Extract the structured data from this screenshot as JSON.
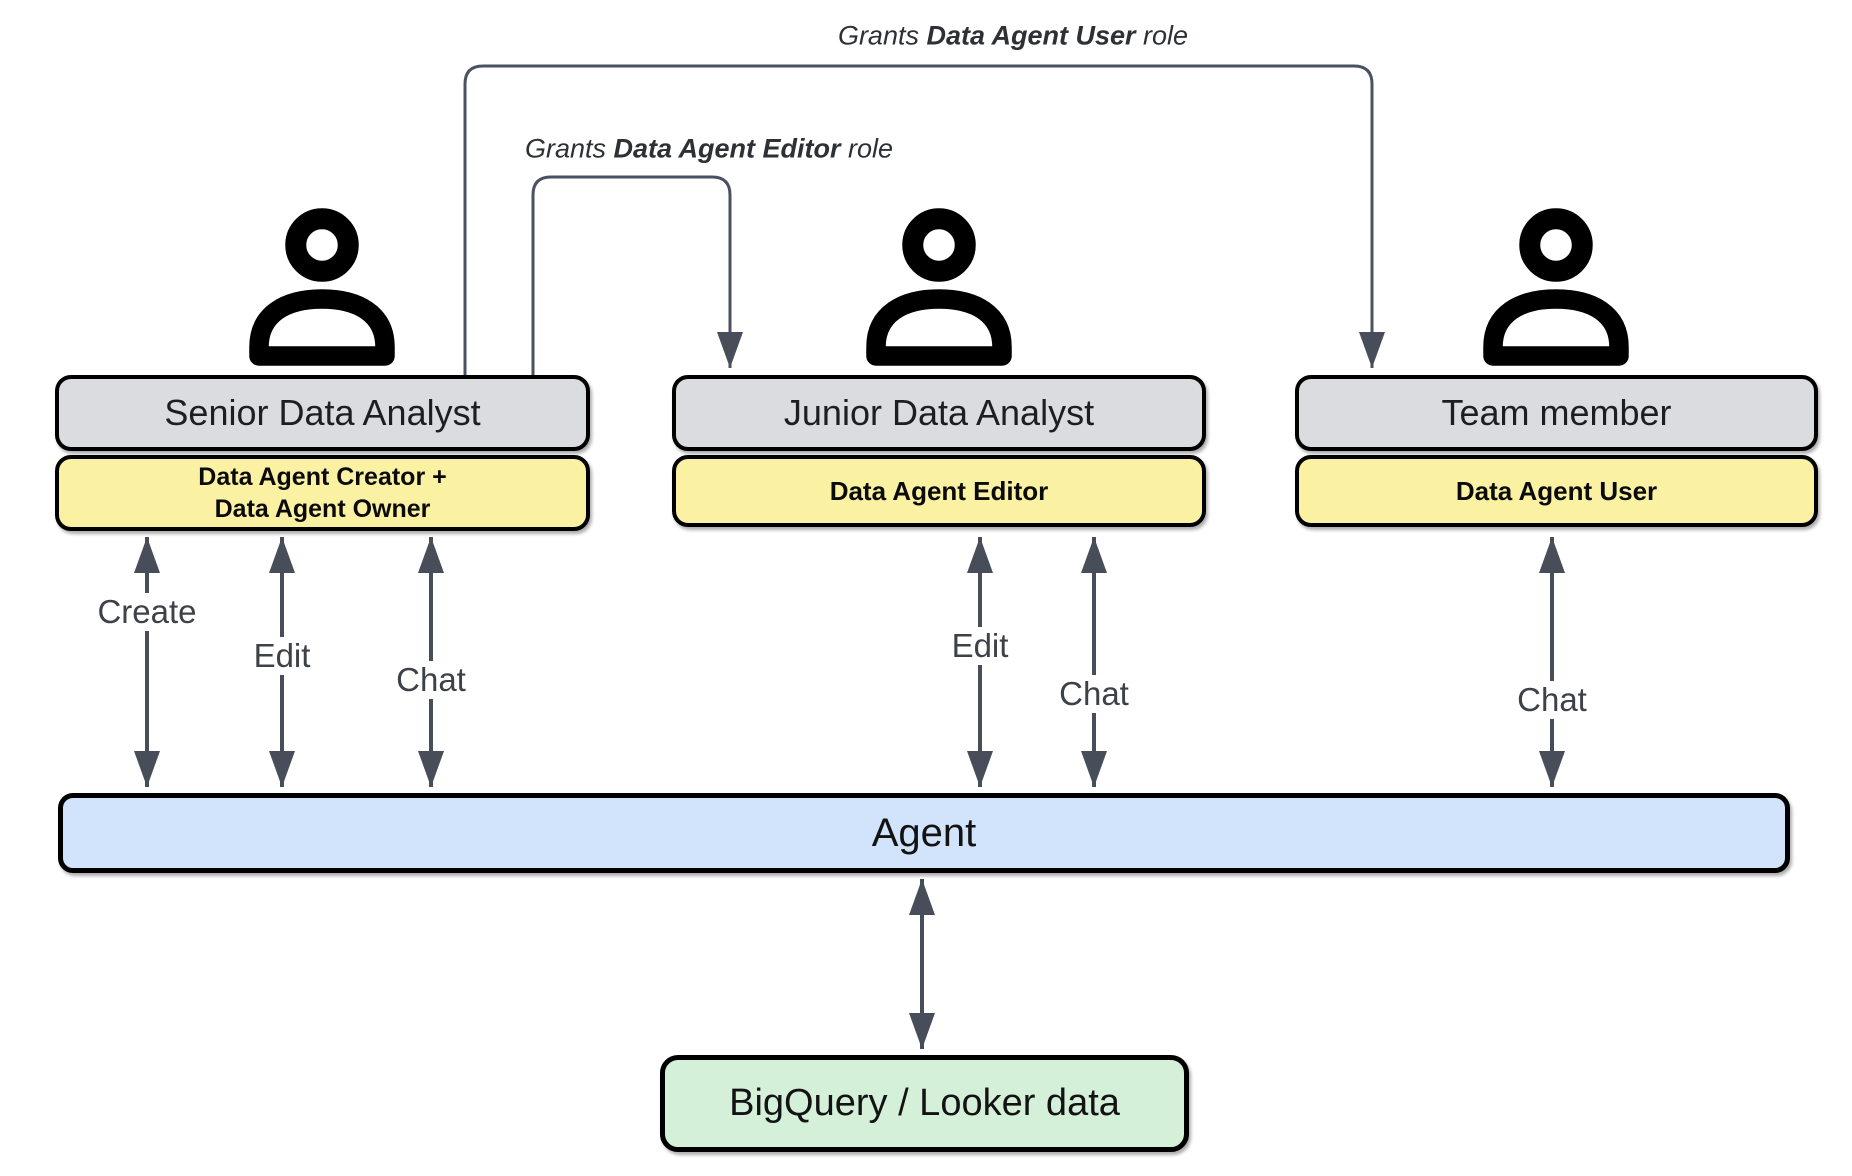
{
  "labels": {
    "grant_user": {
      "prefix": "Grants ",
      "bold": "Data Agent User",
      "suffix": " role"
    },
    "grant_editor": {
      "prefix": "Grants ",
      "bold": "Data Agent Editor",
      "suffix": " role"
    }
  },
  "columns": [
    {
      "title": "Senior Data Analyst",
      "roles": [
        "Data Agent Creator +",
        "Data Agent Owner"
      ],
      "actions": [
        "Create",
        "Edit",
        "Chat"
      ]
    },
    {
      "title": "Junior Data Analyst",
      "roles": [
        "Data Agent Editor"
      ],
      "actions": [
        "Edit",
        "Chat"
      ]
    },
    {
      "title": "Team member",
      "roles": [
        "Data Agent User"
      ],
      "actions": [
        "Chat"
      ]
    }
  ],
  "agent": {
    "label": "Agent"
  },
  "datastore": {
    "label": "BigQuery / Looker data"
  },
  "colors": {
    "role_fill": "#dadce0",
    "permission_fill": "#faf1a3",
    "agent_fill": "#d2e3fc",
    "datastore_fill": "#d5f0d9",
    "arrow": "#474e5a",
    "border": "#000000"
  }
}
